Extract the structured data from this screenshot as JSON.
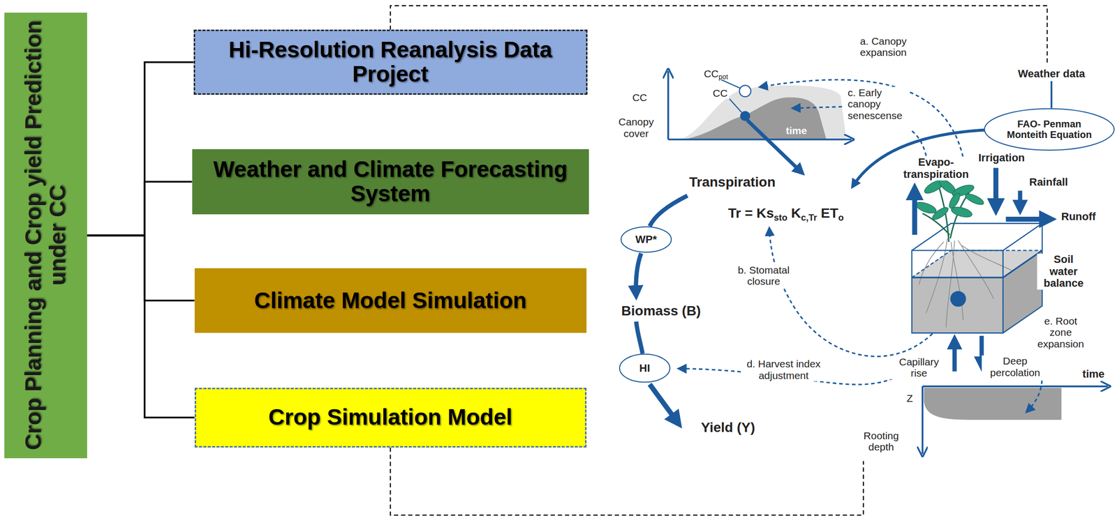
{
  "diagram": {
    "nodes": [
      {
        "text": [
          "Crop Planning and Crop yield Prediction under CC"
        ]
      },
      {
        "text": [
          "Hi-Resolution Reanalysis Data Project"
        ]
      },
      {
        "text": [
          "Weather and Climate Forecasting System"
        ]
      },
      {
        "text": [
          "Climate Model Simulation"
        ]
      },
      {
        "text": [
          "Crop Simulation Model"
        ]
      },
      {
        "text": [
          "FAO- Penman Monteith Equation"
        ]
      },
      {
        "text": [
          "WP*"
        ]
      },
      {
        "text": [
          "HI"
        ]
      }
    ],
    "edges": [
      {
        "from": 0,
        "to": 1,
        "arrow": "none"
      },
      {
        "from": 0,
        "to": 2,
        "arrow": "none"
      },
      {
        "from": 0,
        "to": 3,
        "arrow": "none"
      },
      {
        "from": 0,
        "to": 4,
        "arrow": "none"
      }
    ],
    "labels": [
      "a. Canopy expansion",
      "CC",
      "pot",
      "CC",
      "CC",
      "Canopy cover",
      "time",
      "c. Early canopy senescense",
      "Weather data",
      "Evapo- transpiration",
      "Irrigation",
      "Rainfall",
      "Transpiration",
      "Tr = Ks",
      "sto",
      "K",
      "c,Tr",
      "ET",
      "o",
      "Runoff",
      "Soil water balance",
      "b. Stomatal closure",
      "Biomass (B)",
      "e. Root zone expansion",
      "d. Harvest index adjustment",
      "Capillary rise",
      "Deep percolation",
      "time",
      "Z",
      "Rooting depth",
      "Yield (Y)"
    ]
  }
}
